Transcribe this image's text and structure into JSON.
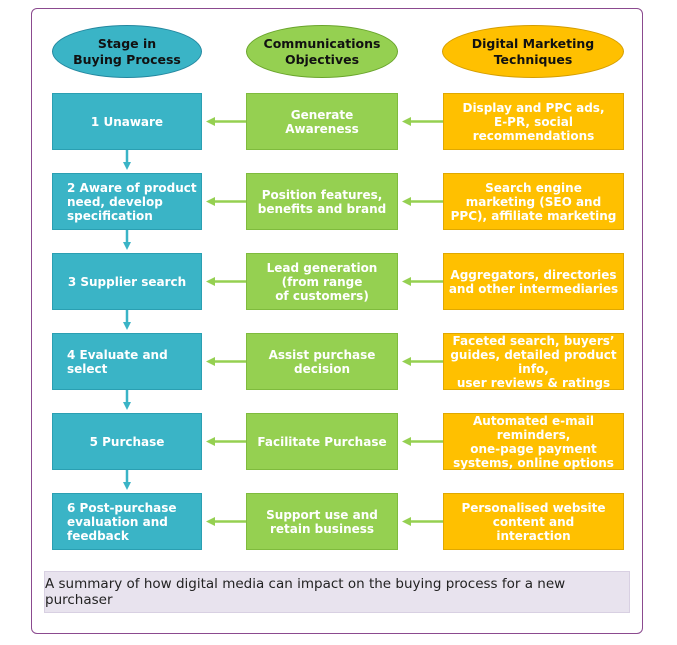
{
  "headers": {
    "stage": "Stage in\nBuying Process",
    "comms": "Communications\nObjectives",
    "digital": "Digital Marketing\nTechniques"
  },
  "stages": [
    {
      "stage": "1  Unaware",
      "objective": "Generate\nAwareness",
      "technique": "Display and PPC ads,\nE-PR, social\nrecommendations"
    },
    {
      "stage": "2  Aware of product\n   need, develop\n   specification",
      "objective": "Position features,\nbenefits and brand",
      "technique": "Search engine\nmarketing (SEO and\nPPC), affiliate marketing"
    },
    {
      "stage": "3  Supplier search",
      "objective": "Lead generation\n(from range\nof customers)",
      "technique": "Aggregators, directories\nand other intermediaries"
    },
    {
      "stage": "4  Evaluate and\n   select",
      "objective": "Assist purchase\ndecision",
      "technique": "Faceted search, buyers’\nguides, detailed product info,\nuser reviews & ratings"
    },
    {
      "stage": "5  Purchase",
      "objective": "Facilitate Purchase",
      "technique": "Automated e-mail reminders,\none-page payment\nsystems, online options"
    },
    {
      "stage": "6  Post-purchase\n   evaluation and\n   feedback",
      "objective": "Support use and\nretain business",
      "technique": "Personalised website\ncontent and\ninteraction"
    }
  ],
  "caption": "A summary of how digital media can impact on the buying process for a new purchaser",
  "colors": {
    "blue": "#3ab4c6",
    "green": "#95d051",
    "yellow": "#ffc000",
    "frame": "#8b4a8f"
  }
}
